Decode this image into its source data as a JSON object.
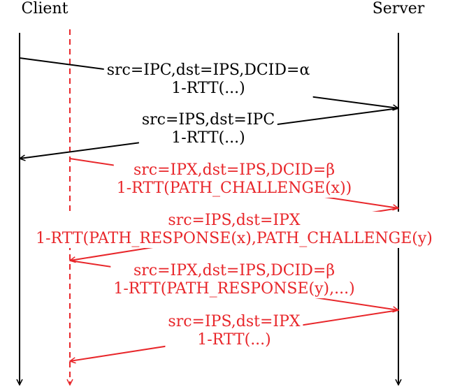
{
  "participants": {
    "client": "Client",
    "server": "Server"
  },
  "colors": {
    "normal": "#000000",
    "migration": "#e8262a"
  },
  "messages": [
    {
      "line1": "src=IPC,dst=IPS,DCID=α",
      "line2": "1-RTT(...)",
      "direction": "client-to-server",
      "color": "black"
    },
    {
      "line1": "src=IPS,dst=IPC",
      "line2": "1-RTT(...)",
      "direction": "server-to-client",
      "color": "black"
    },
    {
      "line1": "src=IPX,dst=IPS,DCID=β",
      "line2": "1-RTT(PATH_CHALLENGE(x))",
      "direction": "client-to-server",
      "color": "red"
    },
    {
      "line1": "src=IPS,dst=IPX",
      "line2": "1-RTT(PATH_RESPONSE(x),PATH_CHALLENGE(y)",
      "direction": "server-to-client",
      "color": "red"
    },
    {
      "line1": "src=IPX,dst=IPS,DCID=β",
      "line2": "1-RTT(PATH_RESPONSE(y),...)",
      "direction": "client-to-server",
      "color": "red"
    },
    {
      "line1": "src=IPS,dst=IPX",
      "line2": "1-RTT(...)",
      "direction": "server-to-client",
      "color": "red"
    }
  ]
}
